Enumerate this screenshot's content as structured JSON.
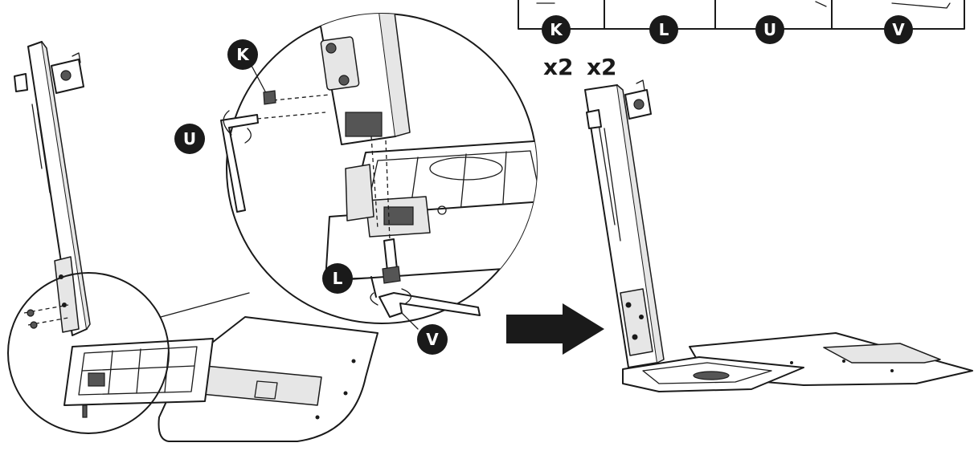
{
  "parts_table": {
    "columns": [
      {
        "id": "K",
        "label": "K"
      },
      {
        "id": "L",
        "label": "L"
      },
      {
        "id": "U",
        "label": "U"
      },
      {
        "id": "V",
        "label": "V"
      }
    ]
  },
  "quantities": [
    {
      "part": "K",
      "label": "x2"
    },
    {
      "part": "L",
      "label": "x2"
    }
  ],
  "callouts": {
    "K": "K",
    "U": "U",
    "L": "L",
    "V": "V"
  },
  "colors": {
    "ink": "#1a1a1a",
    "badge": "#1a1a1a",
    "badge_text": "#ffffff",
    "paper": "#ffffff",
    "shade": "#e6e6e6"
  },
  "icons": {
    "step_arrow": "arrow-right-icon"
  }
}
